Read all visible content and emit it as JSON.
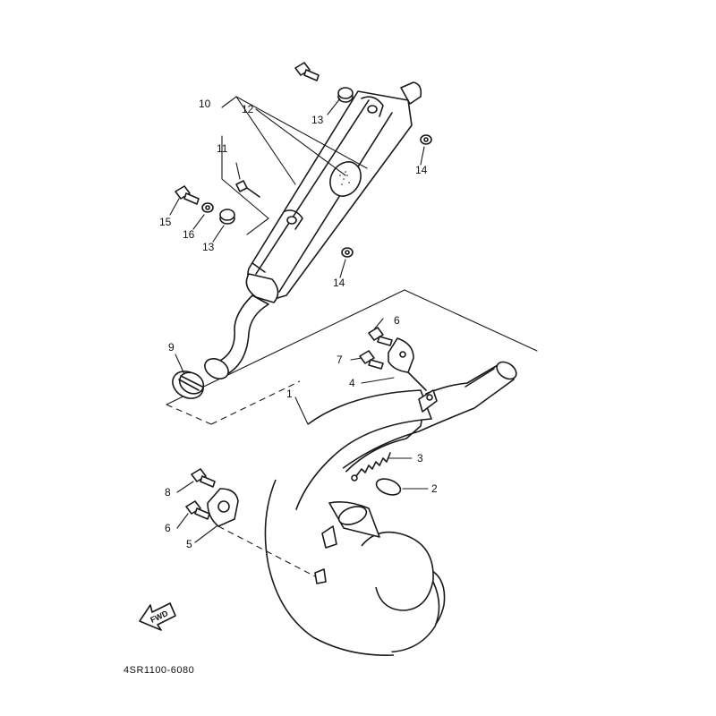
{
  "diagram_code": "4SR1100-6080",
  "fwd_label": "FWD",
  "callouts": {
    "c1": "1",
    "c2": "2",
    "c3": "3",
    "c4": "4",
    "c5": "5",
    "c6a": "6",
    "c6b": "6",
    "c7": "7",
    "c8": "8",
    "c9": "9",
    "c10": "10",
    "c11": "11",
    "c12": "12",
    "c13a": "13",
    "c13b": "13",
    "c14a": "14",
    "c14b": "14",
    "c15": "15",
    "c16": "16"
  }
}
